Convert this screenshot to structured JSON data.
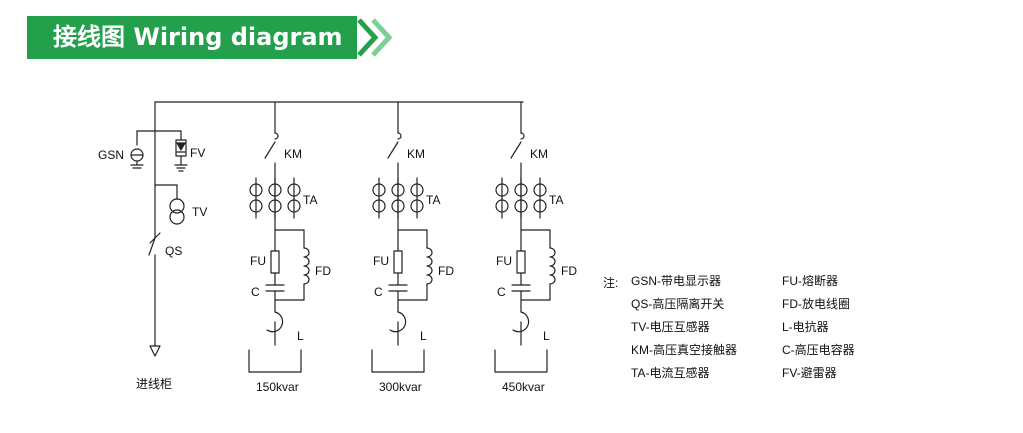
{
  "header": {
    "title": "接线图 Wiring diagram",
    "color": "#22a04b"
  },
  "diagram": {
    "incoming": {
      "gsn": "GSN",
      "fv": "FV",
      "tv": "TV",
      "qs": "QS",
      "cabinet": "进线柜"
    },
    "branches": [
      {
        "km": "KM",
        "ta": "TA",
        "fu": "FU",
        "fd": "FD",
        "c": "C",
        "l": "L",
        "capacity": "150kvar"
      },
      {
        "km": "KM",
        "ta": "TA",
        "fu": "FU",
        "fd": "FD",
        "c": "C",
        "l": "L",
        "capacity": "300kvar"
      },
      {
        "km": "KM",
        "ta": "TA",
        "fu": "FU",
        "fd": "FD",
        "c": "C",
        "l": "L",
        "capacity": "450kvar"
      }
    ]
  },
  "legend": {
    "note": "注:",
    "left": [
      "GSN-带电显示器",
      "QS-高压隔离开关",
      "TV-电压互感器",
      "KM-高压真空接触器",
      "TA-电流互感器"
    ],
    "right": [
      "FU-熔断器",
      "FD-放电线圈",
      "L-电抗器",
      "C-高压电容器",
      "FV-避雷器"
    ]
  }
}
